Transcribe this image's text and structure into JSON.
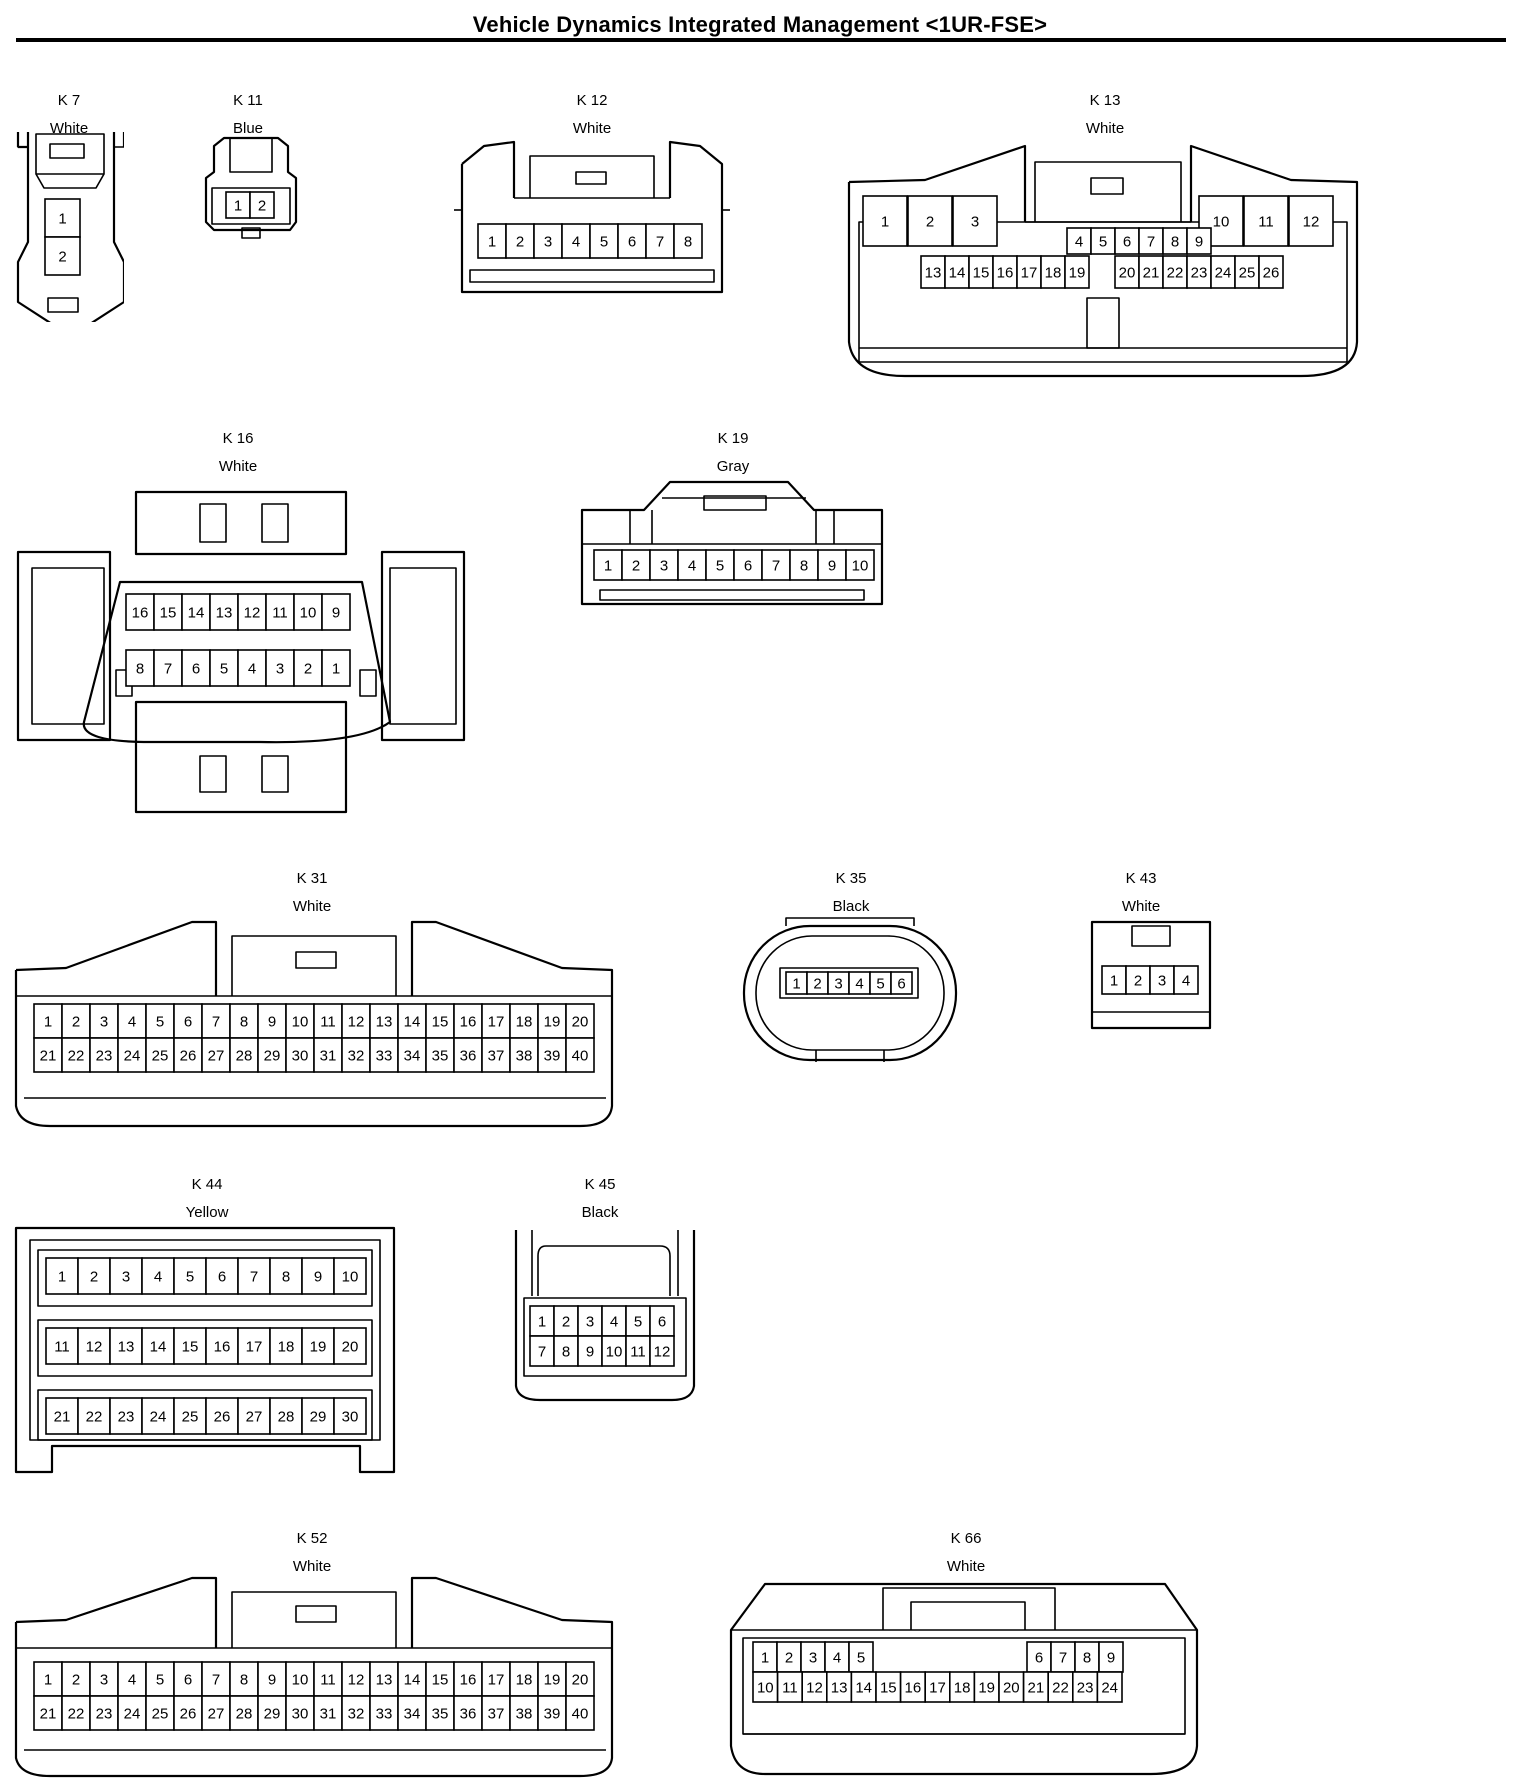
{
  "title": "Vehicle Dynamics Integrated Management <1UR-FSE>",
  "connectors": {
    "k7": {
      "name": "K 7",
      "color": "White",
      "pins": [
        "1",
        "2"
      ]
    },
    "k11": {
      "name": "K 11",
      "color": "Blue",
      "pins": [
        "1",
        "2"
      ]
    },
    "k12": {
      "name": "K 12",
      "color": "White",
      "pins": [
        "1",
        "2",
        "3",
        "4",
        "5",
        "6",
        "7",
        "8"
      ]
    },
    "k13": {
      "name": "K 13",
      "color": "White",
      "pins": [
        "1",
        "2",
        "3",
        "4",
        "5",
        "6",
        "7",
        "8",
        "9",
        "10",
        "11",
        "12",
        "13",
        "14",
        "15",
        "16",
        "17",
        "18",
        "19",
        "20",
        "21",
        "22",
        "23",
        "24",
        "25",
        "26"
      ]
    },
    "k16": {
      "name": "K 16",
      "color": "White",
      "pins": [
        "16",
        "15",
        "14",
        "13",
        "12",
        "11",
        "10",
        "9",
        "8",
        "7",
        "6",
        "5",
        "4",
        "3",
        "2",
        "1"
      ]
    },
    "k19": {
      "name": "K 19",
      "color": "Gray",
      "pins": [
        "1",
        "2",
        "3",
        "4",
        "5",
        "6",
        "7",
        "8",
        "9",
        "10"
      ]
    },
    "k31": {
      "name": "K 31",
      "color": "White",
      "pins": [
        "1",
        "2",
        "3",
        "4",
        "5",
        "6",
        "7",
        "8",
        "9",
        "10",
        "11",
        "12",
        "13",
        "14",
        "15",
        "16",
        "17",
        "18",
        "19",
        "20",
        "21",
        "22",
        "23",
        "24",
        "25",
        "26",
        "27",
        "28",
        "29",
        "30",
        "31",
        "32",
        "33",
        "34",
        "35",
        "36",
        "37",
        "38",
        "39",
        "40"
      ]
    },
    "k35": {
      "name": "K 35",
      "color": "Black",
      "pins": [
        "1",
        "2",
        "3",
        "4",
        "5",
        "6"
      ]
    },
    "k43": {
      "name": "K 43",
      "color": "White",
      "pins": [
        "1",
        "2",
        "3",
        "4"
      ]
    },
    "k44": {
      "name": "K 44",
      "color": "Yellow",
      "pins": [
        "1",
        "2",
        "3",
        "4",
        "5",
        "6",
        "7",
        "8",
        "9",
        "10",
        "11",
        "12",
        "13",
        "14",
        "15",
        "16",
        "17",
        "18",
        "19",
        "20",
        "21",
        "22",
        "23",
        "24",
        "25",
        "26",
        "27",
        "28",
        "29",
        "30"
      ]
    },
    "k45": {
      "name": "K 45",
      "color": "Black",
      "pins": [
        "1",
        "2",
        "3",
        "4",
        "5",
        "6",
        "7",
        "8",
        "9",
        "10",
        "11",
        "12"
      ]
    },
    "k52": {
      "name": "K 52",
      "color": "White",
      "pins": [
        "1",
        "2",
        "3",
        "4",
        "5",
        "6",
        "7",
        "8",
        "9",
        "10",
        "11",
        "12",
        "13",
        "14",
        "15",
        "16",
        "17",
        "18",
        "19",
        "20",
        "21",
        "22",
        "23",
        "24",
        "25",
        "26",
        "27",
        "28",
        "29",
        "30",
        "31",
        "32",
        "33",
        "34",
        "35",
        "36",
        "37",
        "38",
        "39",
        "40"
      ]
    },
    "k66": {
      "name": "K 66",
      "color": "White",
      "pins": [
        "1",
        "2",
        "3",
        "4",
        "5",
        "6",
        "7",
        "8",
        "9",
        "10",
        "11",
        "12",
        "13",
        "14",
        "15",
        "16",
        "17",
        "18",
        "19",
        "20",
        "21",
        "22",
        "23",
        "24"
      ]
    }
  }
}
